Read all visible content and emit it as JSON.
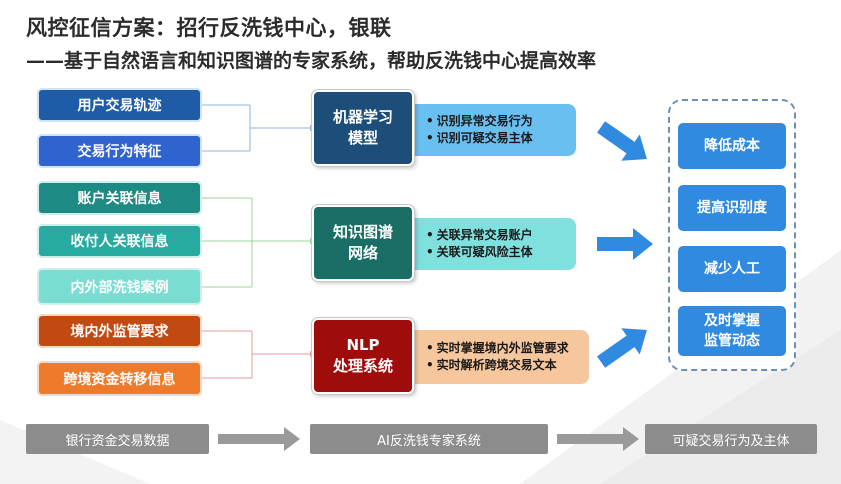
{
  "title": {
    "line1": "风控征信方案：招行反洗钱中心，银联",
    "line2": "——基于自然语言和知识图谱的专家系统，帮助反洗钱中心提高效率"
  },
  "inputs": {
    "group1": [
      "用户交易轨迹",
      "交易行为特征"
    ],
    "group2": [
      "账户关联信息",
      "收付人关联信息",
      "内外部洗钱案例"
    ],
    "group3": [
      "境内外监管要求",
      "跨境资金转移信息"
    ]
  },
  "models": [
    {
      "line1": "机器学习",
      "line2": "模型",
      "points": [
        "识别异常交易行为",
        "识别可疑交易主体"
      ]
    },
    {
      "line1": "知识图谱",
      "line2": "网络",
      "points": [
        "关联异常交易账户",
        "关联可疑风险主体"
      ]
    },
    {
      "line1": "NLP",
      "line2": "处理系统",
      "points": [
        "实时掌握境内外监管要求",
        "实时解析跨境交易文本"
      ]
    }
  ],
  "bullet": "•",
  "outputs": [
    {
      "line1": "降低成本",
      "line2": ""
    },
    {
      "line1": "提高识别度",
      "line2": ""
    },
    {
      "line1": "减少人工",
      "line2": ""
    },
    {
      "line1": "及时掌握",
      "line2": "监管动态"
    }
  ],
  "footer": [
    "银行资金交易数据",
    "AI反洗钱专家系统",
    "可疑交易行为及主体"
  ],
  "colors": {
    "accent_blue": "#2f8ae0",
    "dark_red": "#9e0c0c",
    "teal": "#1a6e66",
    "navy": "#1d4e7a"
  }
}
